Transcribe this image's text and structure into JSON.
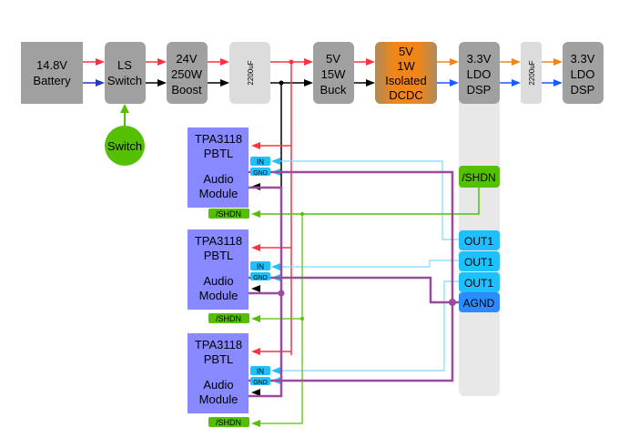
{
  "colors": {
    "block": "#a0a0a0",
    "cap": "#dcdcdc",
    "orange": "#f0861a",
    "green": "#55c000",
    "module": "#8888ff",
    "tag": "#1ec0ff",
    "agnd": "#2a8cff",
    "purple": "#9b4a9e",
    "red": "#ff3040",
    "lightblue": "#80d8ff",
    "blue": "#1a5cff"
  },
  "power_chain": {
    "battery": [
      "14.8V",
      "Battery"
    ],
    "ls_switch": [
      "LS",
      "Switch"
    ],
    "boost": [
      "24V",
      "250W",
      "Boost"
    ],
    "cap1": "2200uF",
    "buck": [
      "5V",
      "15W",
      "Buck"
    ],
    "iso": [
      "5V",
      "1W",
      "Isolated",
      "DCDC"
    ],
    "ldo1": [
      "3.3V",
      "LDO",
      "DSP"
    ],
    "cap2": "2200uF",
    "ldo2": [
      "3.3V",
      "LDO",
      "DSP"
    ]
  },
  "switch": "Switch",
  "modules": [
    {
      "title": [
        "TPA3118",
        "PBTL"
      ],
      "sub": [
        "Audio",
        "Module"
      ],
      "in": "IN",
      "gnd": "GND",
      "shdn": "/SHDN"
    },
    {
      "title": [
        "TPA3118",
        "PBTL"
      ],
      "sub": [
        "Audio",
        "Module"
      ],
      "in": "IN",
      "gnd": "GND",
      "shdn": "/SHDN"
    },
    {
      "title": [
        "TPA3118",
        "PBTL"
      ],
      "sub": [
        "Audio",
        "Module"
      ],
      "in": "IN",
      "gnd": "GND",
      "shdn": "/SHDN"
    }
  ],
  "dsp_pins": {
    "shdn": "/SHDN",
    "out": [
      "OUT1",
      "OUT1",
      "OUT1"
    ],
    "agnd": "AGND"
  }
}
